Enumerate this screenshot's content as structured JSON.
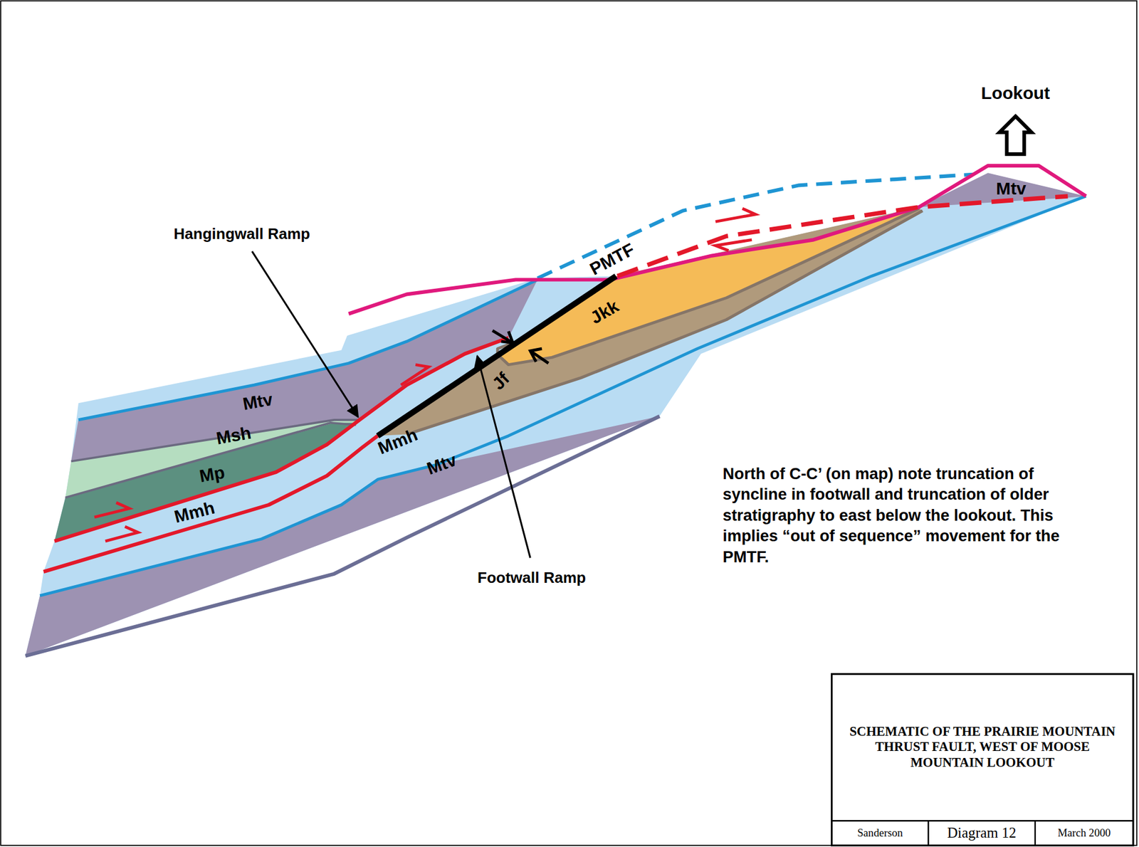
{
  "diagram": {
    "nodes": [
      {
        "text": [
          "SCHEMATIC OF THE PRAIRIE MOUNTAIN THRUST FAULT, WEST OF MOOSE MOUNTAIN LOOKOUT"
        ]
      },
      {
        "text": [
          "Sanderson"
        ],
        "in": 0
      },
      {
        "text": [
          "Diagram 12"
        ],
        "in": 0
      },
      {
        "text": [
          "March 2000"
        ],
        "in": 0
      }
    ],
    "labels": [
      "Lookout",
      "Hangingwall Ramp",
      "PMTF",
      "Mtv",
      "Jkk",
      "Jf",
      "Mtv",
      "Msh",
      "Mp",
      "Mmh",
      "Mtv",
      "Mmh",
      "Footwall Ramp",
      "North of C-C’ (on map) note truncation of syncline in footwall and truncation of older stratigraphy to east below the lookout. This implies “out of sequence” movement for the PMTF."
    ]
  }
}
